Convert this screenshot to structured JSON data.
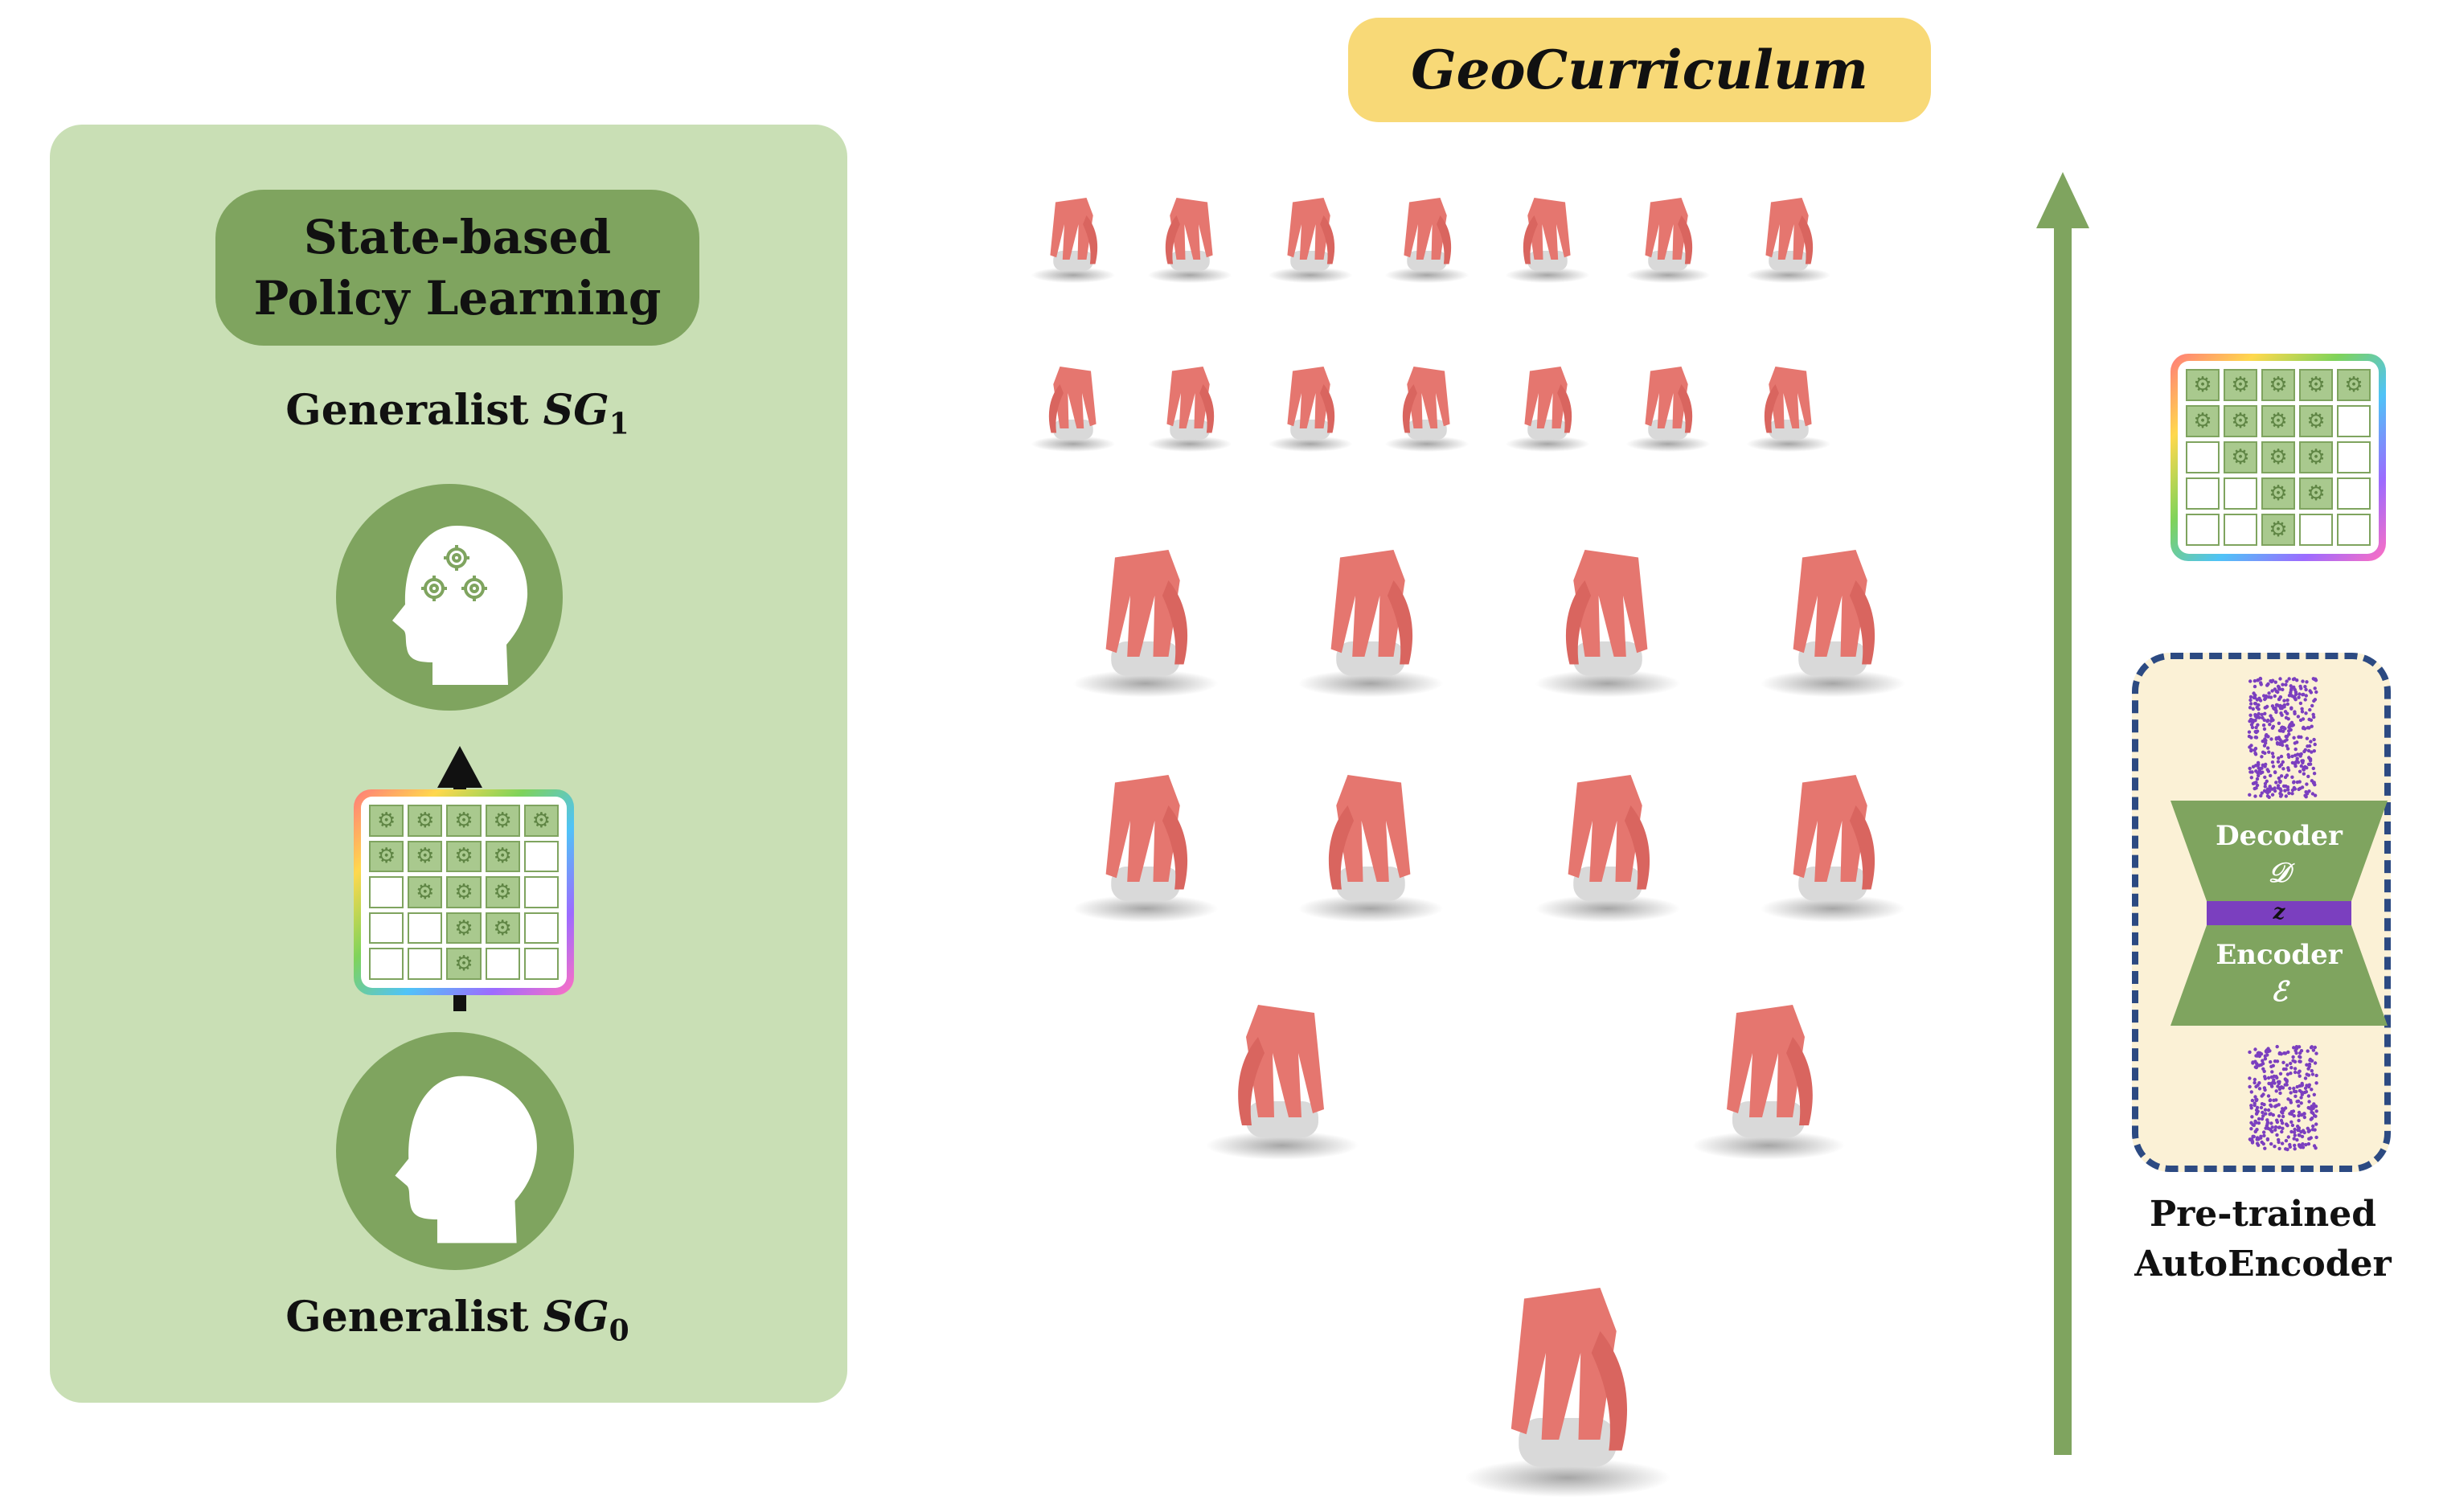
{
  "title": "GeoCurriculum",
  "left_panel": {
    "policy_title_line1": "State-based",
    "policy_title_line2": "Policy Learning",
    "generalist_top_text": "Generalist ",
    "generalist_top_symbol": "SG",
    "generalist_top_subscript": "1",
    "generalist_bottom_text": "Generalist ",
    "generalist_bottom_symbol": "SG",
    "generalist_bottom_subscript": "0"
  },
  "autoencoder": {
    "decoder_label": "Decoder",
    "decoder_symbol": "𝒟",
    "latent_symbol": "z",
    "encoder_label": "Encoder",
    "encoder_symbol": "ℰ",
    "label_line1": "Pre-trained",
    "label_line2": "AutoEncoder"
  },
  "grid_pattern": [
    [
      "g",
      "g",
      "g",
      "g",
      "g"
    ],
    [
      "g",
      "g",
      "g",
      "g",
      "w"
    ],
    [
      "w",
      "g",
      "g",
      "g",
      "w"
    ],
    [
      "w",
      "w",
      "g",
      "g",
      "w"
    ],
    [
      "w",
      "w",
      "g",
      "w",
      "w"
    ]
  ],
  "colors": {
    "panel_bg": "#c9dfb5",
    "green": "#7fa45f",
    "title_bg": "#f8d977",
    "hand": "#e5766f",
    "object": "#d9d9d9",
    "dash_border": "#2c4a82",
    "latent": "#7b3fbf"
  }
}
